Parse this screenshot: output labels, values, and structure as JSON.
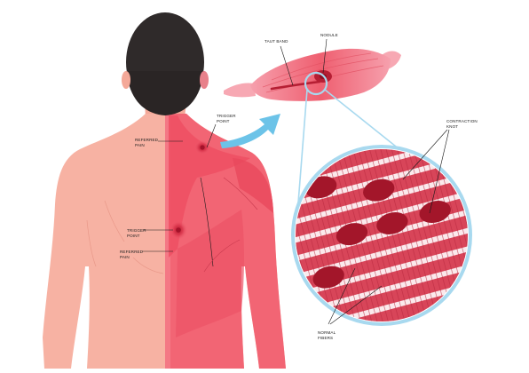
{
  "labels": {
    "trigger_point_upper": [
      "TRIGGER",
      "POINT"
    ],
    "referred_pain_upper": [
      "REFERRED",
      "PAIN"
    ],
    "trigger_point_lower": [
      "TRIGGER",
      "POINT"
    ],
    "referred_pain_lower": [
      "REFERRED",
      "PAIN"
    ],
    "taut_band": "TAUT BAND",
    "nodule": "NODULE",
    "contraction_knot": [
      "CONTRACTION",
      "KNOT"
    ],
    "normal_fibers": [
      "NORMAL",
      "FIBERS"
    ]
  },
  "colors": {
    "skin_light": "#f7b2a3",
    "skin_mid": "#f3a392",
    "muscle_red": "#f05a6a",
    "muscle_dark": "#c7283d",
    "hair": "#2f2a2a",
    "arrow_blue": "#6cc3e8",
    "ring_blue": "#a8d9ef",
    "fiber_red": "#d84559",
    "fiber_dark": "#a3162a",
    "tendon_pink": "#f7a8b3"
  },
  "icons": {
    "zoom_arrow": "curved-arrow-icon"
  }
}
